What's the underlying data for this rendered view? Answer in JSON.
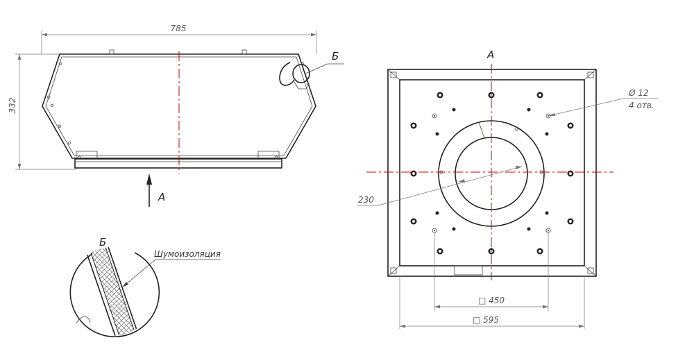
{
  "side_view": {
    "width_dim": "785",
    "height_dim": "332",
    "view_arrow_label": "A",
    "detail_callout": "Б"
  },
  "detail": {
    "title": "Б",
    "material_label": "Шумоизоляция"
  },
  "plan_view": {
    "title": "A",
    "hole_dim": "Ø 12",
    "hole_count": "4 отв.",
    "opening_dim": "230",
    "inner_dim": "□ 450",
    "outer_dim": "□ 595"
  }
}
